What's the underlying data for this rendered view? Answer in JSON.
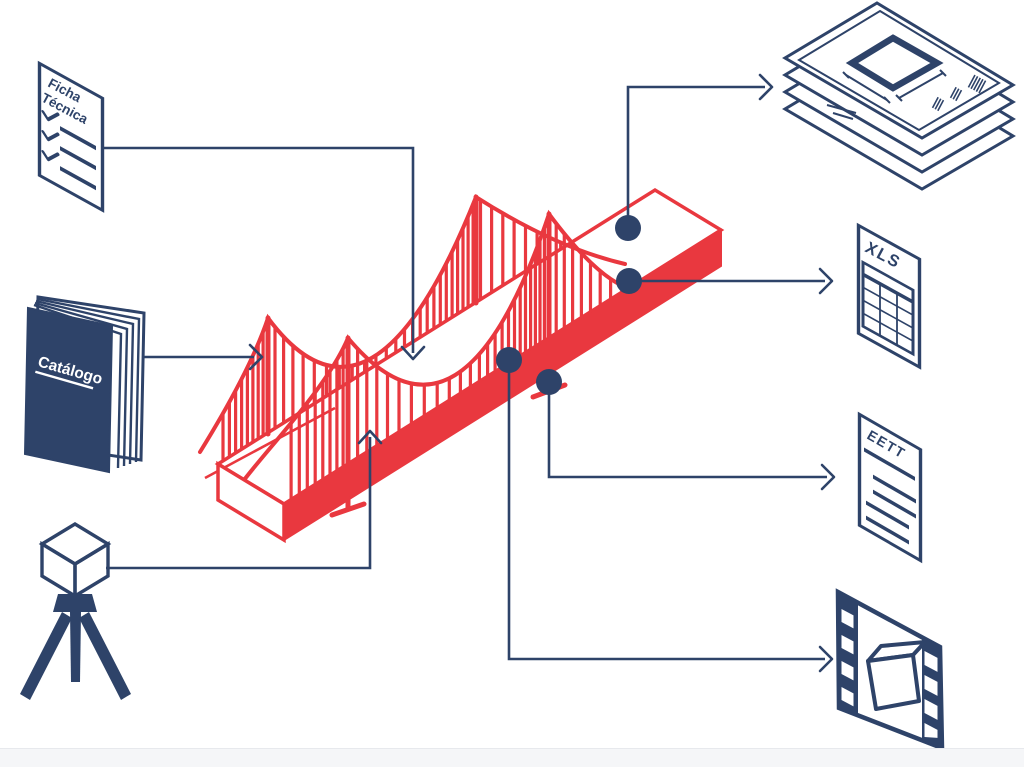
{
  "colors": {
    "navy": "#2E4369",
    "red": "#E9383F",
    "background": "#FFFFFF"
  },
  "nodes": {
    "ficha_tecnica": {
      "label_lines": [
        "Ficha",
        "Técnica"
      ],
      "icon": "checklist-document-icon"
    },
    "catalogo": {
      "label": "Catálogo",
      "icon": "catalog-book-icon"
    },
    "tripod": {
      "icon": "survey-tripod-icon"
    },
    "bridge": {
      "icon": "suspension-bridge-icon"
    },
    "planos": {
      "icon": "plan-sheets-stack-icon"
    },
    "xls": {
      "label": "XLS",
      "icon": "spreadsheet-icon"
    },
    "eett": {
      "label": "EETT",
      "icon": "specs-document-icon"
    },
    "video": {
      "icon": "film-strip-3d-icon"
    }
  }
}
